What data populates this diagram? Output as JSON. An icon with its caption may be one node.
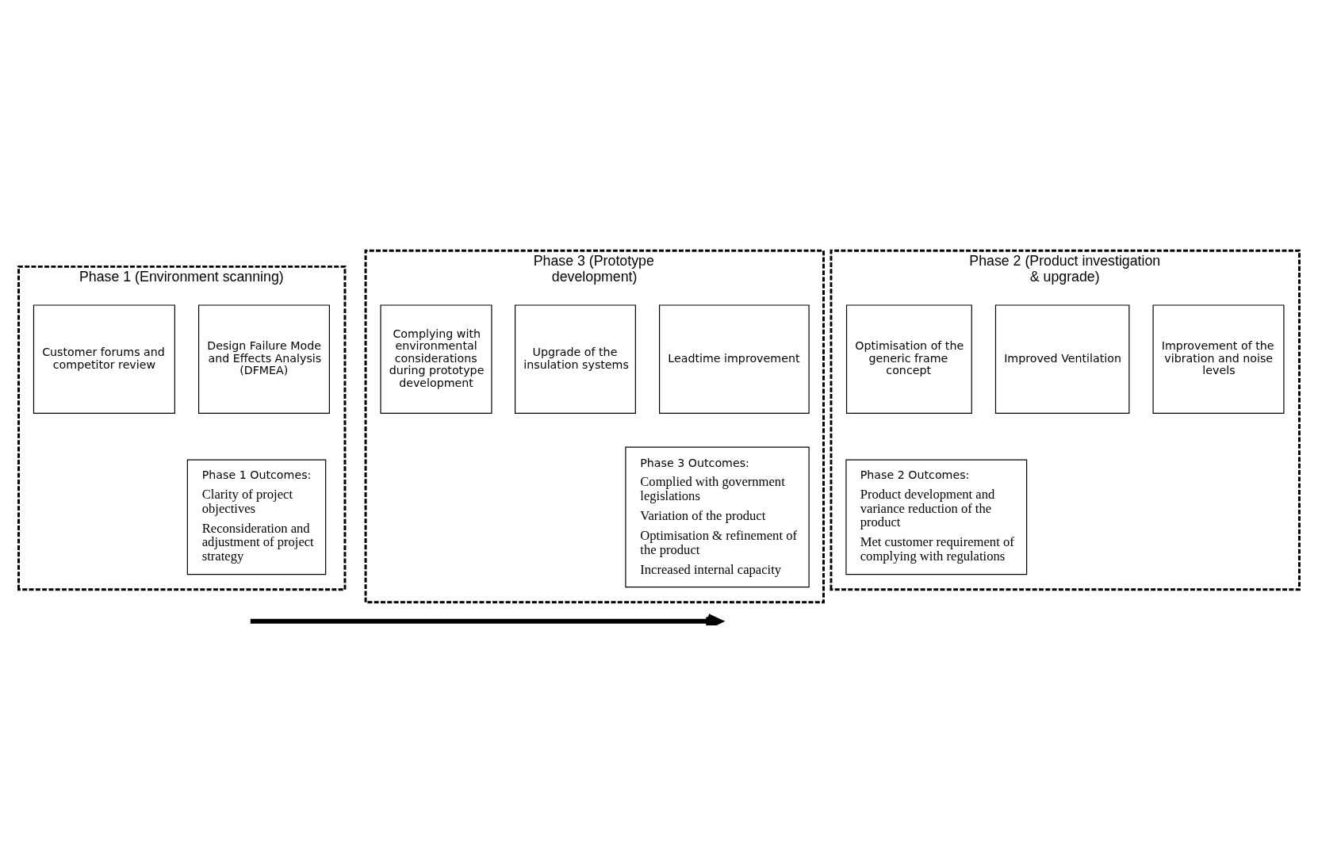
{
  "diagram": {
    "nodes": [
      {
        "text": [
          "Phase 1 (Environment scanning)"
        ]
      },
      {
        "text": [
          "Customer forums and competitor review"
        ],
        "in": 0
      },
      {
        "text": [
          "Design Failure Mode and Effects Analysis (DFMEA)"
        ],
        "in": 0
      },
      {
        "text": [
          "Phase 1 Outcomes:",
          "Clarity of project objectives",
          "Reconsideration and adjustment of project strategy"
        ],
        "in": 0
      },
      {
        "text": [
          "Phase 2 (Product investigation & upgrade)"
        ]
      },
      {
        "text": [
          "Optimisation of the generic frame concept"
        ],
        "in": 4
      },
      {
        "text": [
          "Improved Ventilation"
        ],
        "in": 4
      },
      {
        "text": [
          "Improvement of the vibration and noise levels"
        ],
        "in": 4
      },
      {
        "text": [
          "Phase 2 Outcomes:",
          "Product development and variance reduction of the product",
          "Met customer requirement of complying with regulations"
        ],
        "in": 4
      },
      {
        "text": [
          "Phase 3 (Prototype development)"
        ]
      },
      {
        "text": [
          "Complying with environmental considerations during prototype development"
        ],
        "in": 9
      },
      {
        "text": [
          "Upgrade of the insulation systems"
        ],
        "in": 9
      },
      {
        "text": [
          "Leadtime improvement"
        ],
        "in": 9
      },
      {
        "text": [
          "Phase 3 Outcomes:",
          "Complied with government legislations",
          "Variation of the product",
          "Optimisation & refinement of the product",
          "Increased internal capacity"
        ],
        "in": 9
      }
    ],
    "edges": []
  }
}
